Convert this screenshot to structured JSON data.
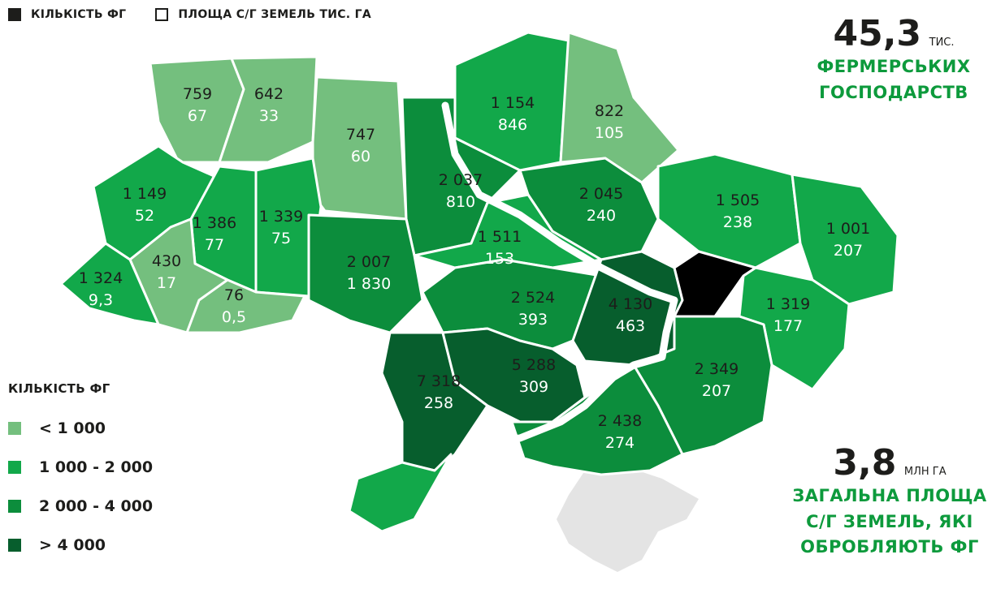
{
  "header_legend": {
    "count_label": "КІЛЬКІСТЬ ФГ",
    "area_label": "ПЛОЩА С/Г ЗЕМЕЛЬ ТИС. ГА"
  },
  "stats": {
    "farms_value": "45,3",
    "farms_unit": "ТИС.",
    "farms_desc_line1": "ФЕРМЕРСЬКИХ",
    "farms_desc_line2": "ГОСПОДАРСТВ",
    "area_value": "3,8",
    "area_unit": "МЛН ГА",
    "area_desc_line1": "ЗАГАЛЬНА ПЛОЩА",
    "area_desc_line2": "С/Г ЗЕМЕЛЬ, ЯКІ",
    "area_desc_line3": "ОБРОБЛЯЮТЬ ФГ"
  },
  "legend": {
    "title": "КІЛЬКІСТЬ ФГ",
    "items": [
      {
        "label": "< 1 000",
        "color": "#74bf7e"
      },
      {
        "label": "1 000 - 2 000",
        "color": "#12a84a"
      },
      {
        "label": "2 000 - 4 000",
        "color": "#0c8d3c"
      },
      {
        "label": "> 4 000",
        "color": "#075e2d"
      }
    ]
  },
  "colors": {
    "accent": "#0d9a3c",
    "crimea": "#e4e4e4"
  },
  "regions": [
    {
      "count": "759",
      "area": "67",
      "class": 0
    },
    {
      "count": "642",
      "area": "33",
      "class": 0
    },
    {
      "count": "747",
      "area": "60",
      "class": 0
    },
    {
      "count": "1 154",
      "area": "846",
      "class": 1
    },
    {
      "count": "822",
      "area": "105",
      "class": 0
    },
    {
      "count": "1 149",
      "area": "52",
      "class": 1
    },
    {
      "count": "1 386",
      "area": "77",
      "class": 1
    },
    {
      "count": "1 339",
      "area": "75",
      "class": 1
    },
    {
      "count": "2 037",
      "area": "810",
      "class": 2
    },
    {
      "count": "2 045",
      "area": "240",
      "class": 2
    },
    {
      "count": "1 505",
      "area": "238",
      "class": 1
    },
    {
      "count": "1 001",
      "area": "207",
      "class": 1
    },
    {
      "count": "1 511",
      "area": "153",
      "class": 1
    },
    {
      "count": "430",
      "area": "17",
      "class": 0
    },
    {
      "count": "1 324",
      "area": "9,3",
      "class": 1
    },
    {
      "count": "76",
      "area": "0,5",
      "class": 0
    },
    {
      "count": "2 007",
      "area": "1 830",
      "class": 2
    },
    {
      "count": "2 524",
      "area": "393",
      "class": 2
    },
    {
      "count": "4 130",
      "area": "463",
      "class": 3
    },
    {
      "count": "1 319",
      "area": "177",
      "class": 1
    },
    {
      "count": "7 318",
      "area": "258",
      "class": 3
    },
    {
      "count": "5 288",
      "area": "309",
      "class": 3
    },
    {
      "count": "2 349",
      "area": "207",
      "class": 2
    },
    {
      "count": "2 438",
      "area": "274",
      "class": 2
    }
  ]
}
